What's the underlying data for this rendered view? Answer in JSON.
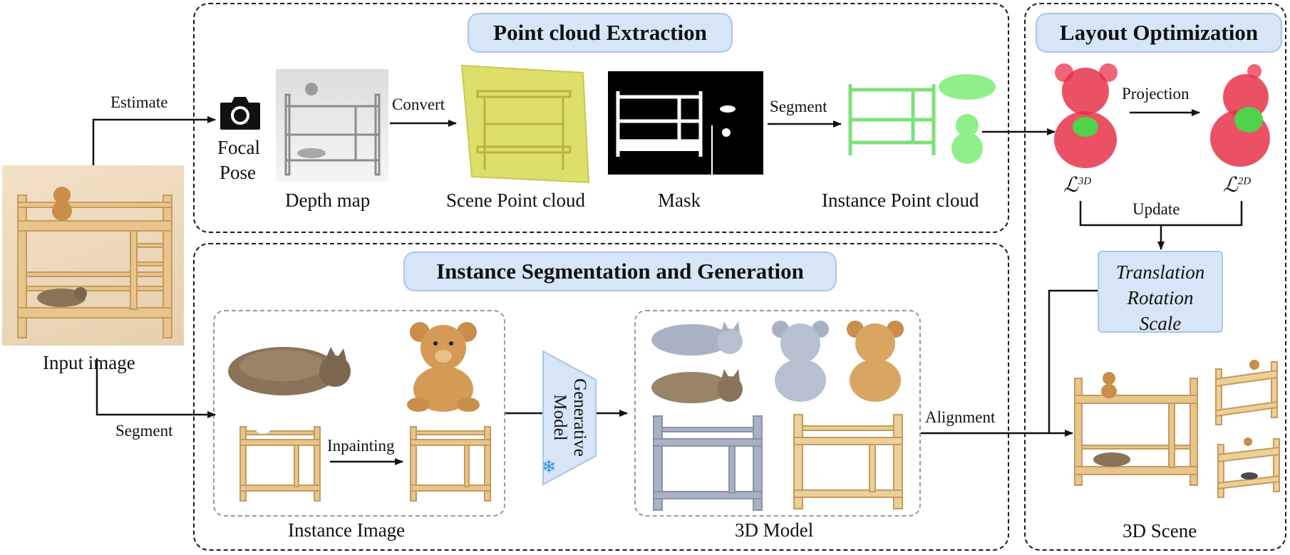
{
  "panels": {
    "point_cloud": {
      "title": "Point cloud Extraction"
    },
    "instance": {
      "title": "Instance Segmentation and Generation"
    },
    "layout": {
      "title": "Layout Optimization"
    }
  },
  "input": {
    "label": "Input image"
  },
  "edges": {
    "estimate": "Estimate",
    "segment_left": "Segment",
    "convert": "Convert",
    "segment_mid": "Segment",
    "projection": "Projection",
    "update": "Update",
    "inpainting": "Inpainting",
    "alignment": "Alignment"
  },
  "camera": {
    "line1": "Focal",
    "line2": "Pose"
  },
  "stages": {
    "depth_map": "Depth map",
    "scene_point_cloud": "Scene Point cloud",
    "mask": "Mask",
    "instance_point_cloud": "Instance Point cloud",
    "instance_image": "Instance Image",
    "model_3d": "3D Model",
    "scene_3d": "3D Scene"
  },
  "generative_model": {
    "line1": "Generative",
    "line2": "Model",
    "icon": "snowflake-icon"
  },
  "losses": {
    "left": "ℒ",
    "left_sup": "3D",
    "right": "ℒ",
    "right_sup": "2D"
  },
  "params": [
    "Translation",
    "Rotation",
    "Scale"
  ],
  "colors": {
    "pill_fill": "#d6e6f6",
    "pill_border": "#a9c7e6",
    "wood": "#e0b878",
    "cat": "#8a7358",
    "teddy": "#c98e4a",
    "green_pc": "#7ee07a",
    "red_pc": "#e8324a",
    "yellow_pc": "#dede6a",
    "gray_model": "#a9b2c4"
  }
}
